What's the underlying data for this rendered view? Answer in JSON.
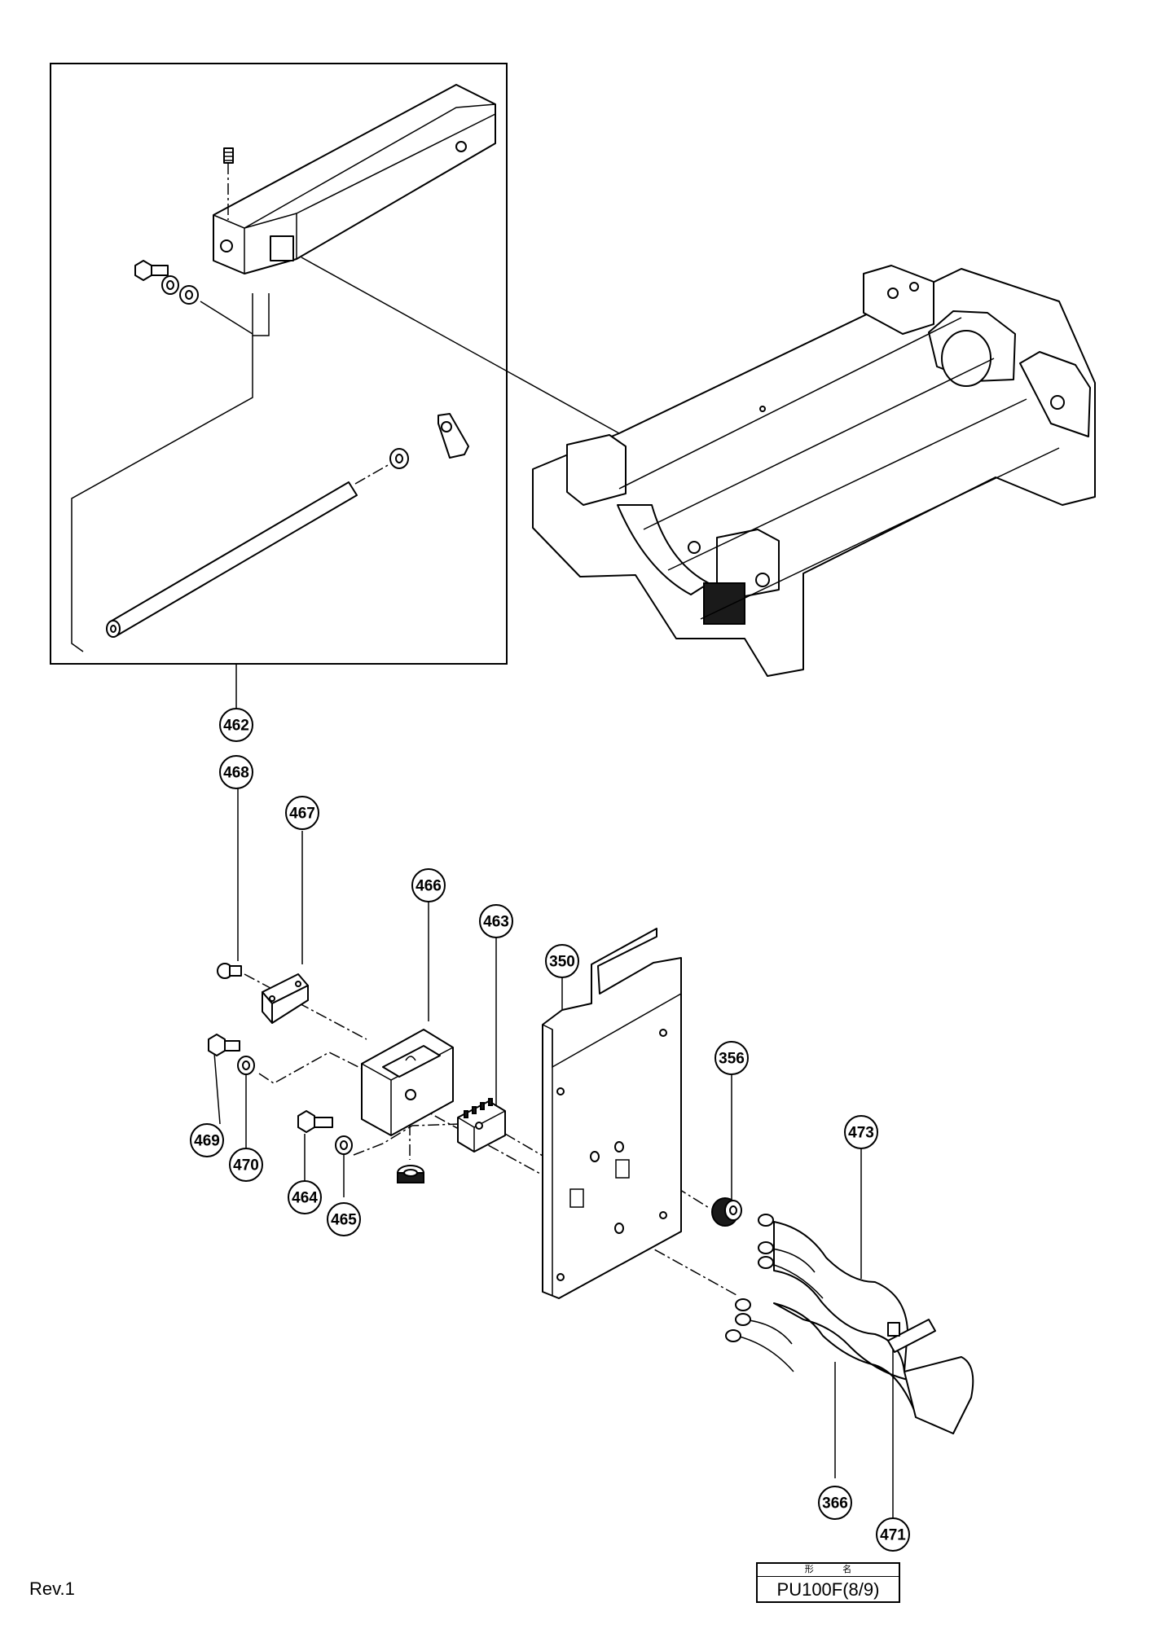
{
  "parts": [
    {
      "id": "callout-462",
      "number": "462"
    },
    {
      "id": "callout-468",
      "number": "468"
    },
    {
      "id": "callout-467",
      "number": "467"
    },
    {
      "id": "callout-466",
      "number": "466"
    },
    {
      "id": "callout-463",
      "number": "463"
    },
    {
      "id": "callout-350",
      "number": "350"
    },
    {
      "id": "callout-356",
      "number": "356"
    },
    {
      "id": "callout-473",
      "number": "473"
    },
    {
      "id": "callout-469",
      "number": "469"
    },
    {
      "id": "callout-470",
      "number": "470"
    },
    {
      "id": "callout-464",
      "number": "464"
    },
    {
      "id": "callout-465",
      "number": "465"
    },
    {
      "id": "callout-366",
      "number": "366"
    },
    {
      "id": "callout-471",
      "number": "471"
    }
  ],
  "revision": "Rev.1",
  "model_box": {
    "header_left": "形",
    "header_right": "名",
    "model": "PU100F(8/9)"
  }
}
